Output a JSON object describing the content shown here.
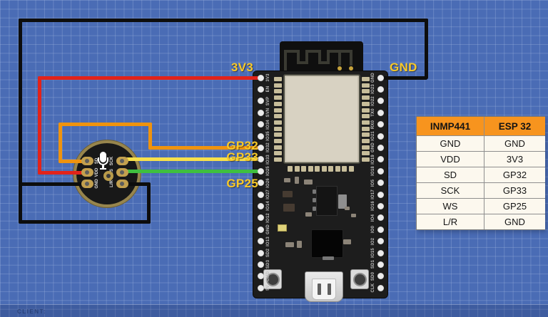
{
  "scene": {
    "footer_label": "CLIENT:"
  },
  "wire_labels": {
    "power": "3V3",
    "ground": "GND",
    "gp32": "GP32",
    "gp33": "GP33",
    "gp25": "GP25"
  },
  "esp32": {
    "left_pins": [
      "3V3",
      "EN",
      "SVP",
      "SVN",
      "IO34",
      "IO35",
      "IO32",
      "IO33",
      "IO25",
      "IO26",
      "IO27",
      "IO14",
      "IO12",
      "GND",
      "IO13",
      "SD2",
      "SD3",
      "CMD",
      "5V"
    ],
    "right_pins": [
      "GND",
      "IO23",
      "IO22",
      "TX0",
      "RX0",
      "IO21",
      "GND",
      "IO19",
      "IO18",
      "IO5",
      "IO17",
      "IO16",
      "IO4",
      "IO0",
      "IO2",
      "IO15",
      "SD1",
      "SD0",
      "CLK"
    ]
  },
  "inmp441": {
    "left_pads": [
      "SD",
      "VDD",
      "GND"
    ],
    "right_pads": [
      "SCK",
      "WS",
      "L/R"
    ]
  },
  "pin_table": {
    "headers": [
      "INMP441",
      "ESP 32"
    ],
    "rows": [
      [
        "GND",
        "GND"
      ],
      [
        "VDD",
        "3V3"
      ],
      [
        "SD",
        "GP32"
      ],
      [
        "SCK",
        "GP33"
      ],
      [
        "WS",
        "GP25"
      ],
      [
        "L/R",
        "GND"
      ]
    ]
  },
  "colors": {
    "background": "#4a6cb5",
    "wire_black": "#0d0d0d",
    "wire_red": "#e2231a",
    "wire_orange": "#ef930e",
    "wire_yellow": "#f8e04a",
    "wire_green": "#3fbf3f",
    "label_yellow": "#f8c929",
    "table_header_orange": "#f7941e"
  }
}
